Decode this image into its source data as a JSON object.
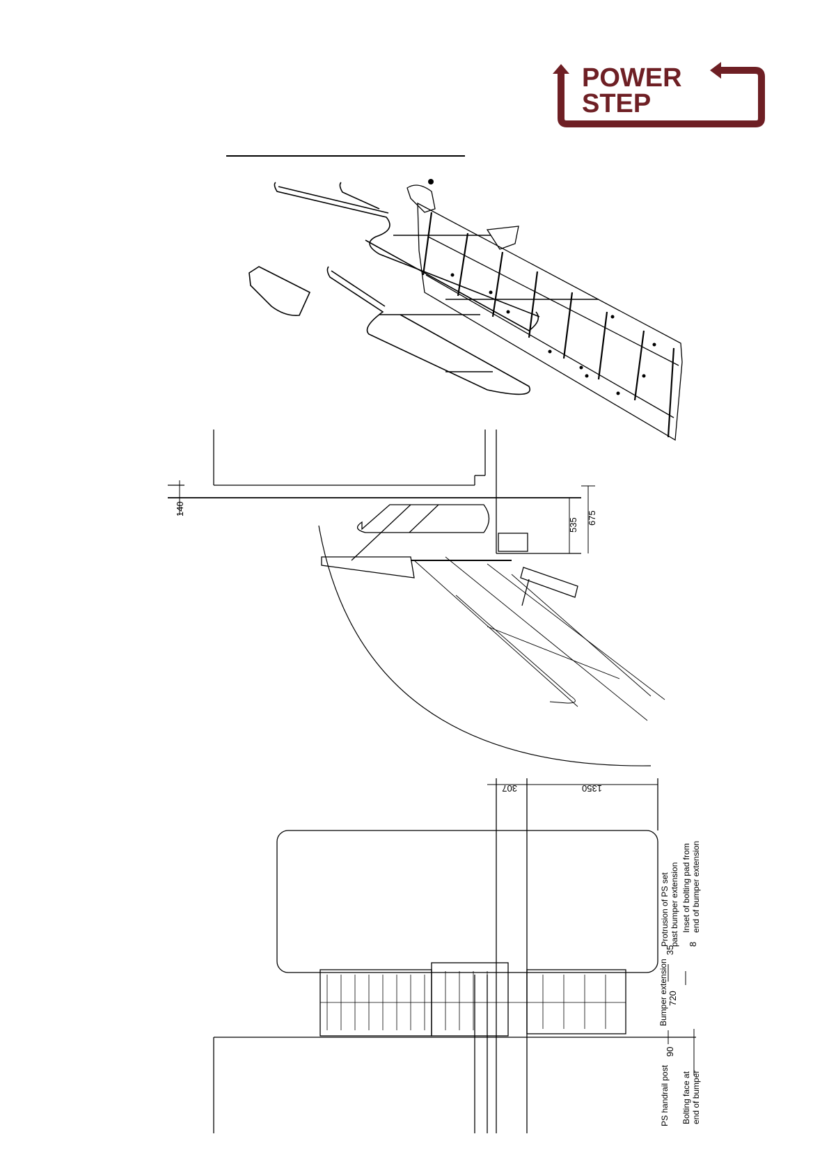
{
  "logo": {
    "line1": "POWER",
    "line2": "STEP",
    "registered": "®",
    "color": "#6e1f24"
  },
  "side_view": {
    "dims": {
      "d140": "140",
      "d535": "535",
      "d675": "675"
    }
  },
  "plan_view": {
    "dims": {
      "d307": "307",
      "d1350": "1350",
      "d35": "35",
      "d8": "8",
      "d90": "90",
      "d720": "720"
    },
    "labels": {
      "protrusion_1": "Protrusion of PS set",
      "protrusion_2": "past bumper extension",
      "inset_1": "Inset of bolting pad from",
      "inset_2": "end of bumper extension",
      "bumper_ext": "Bumper extension",
      "handrail": "PS handrail post",
      "bolting_1": "Bolting face at",
      "bolting_2": "end of bumper"
    }
  }
}
